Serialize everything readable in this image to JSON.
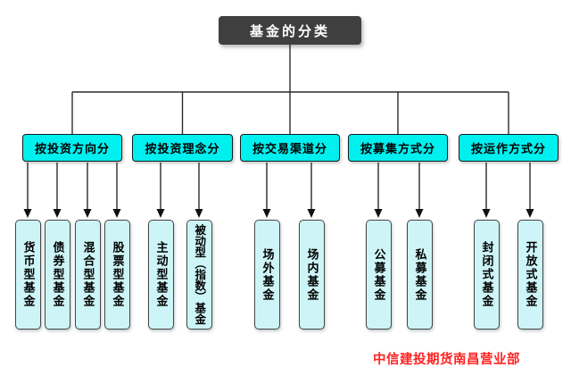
{
  "root": {
    "label": "基金的分类"
  },
  "categories": [
    {
      "label": "按投资方向分",
      "children": [
        {
          "label": "货币型基金"
        },
        {
          "label": "债券型基金"
        },
        {
          "label": "混合型基金"
        },
        {
          "label": "股票型基金"
        }
      ]
    },
    {
      "label": "按投资理念分",
      "children": [
        {
          "label": "主动型基金"
        },
        {
          "label": "被动型（指数）基金"
        }
      ]
    },
    {
      "label": "按交易渠道分",
      "children": [
        {
          "label": "场外基金"
        },
        {
          "label": "场内基金"
        }
      ]
    },
    {
      "label": "按募集方式分",
      "children": [
        {
          "label": "公募基金"
        },
        {
          "label": "私募基金"
        }
      ]
    },
    {
      "label": "按运作方式分",
      "children": [
        {
          "label": "封闭式基金"
        },
        {
          "label": "开放式基金"
        }
      ]
    }
  ],
  "footer": {
    "label": "中信建投期货南昌营业部"
  },
  "colors": {
    "root_fill": "#3f3f3f",
    "root_text": "#ffffff",
    "category_fill": "#00f0f0",
    "leaf_fill": "#cdf5f7",
    "border": "#1a1a1a",
    "line": "#2b2b2b",
    "footer_text": "#ff2222",
    "background": "#ffffff"
  }
}
